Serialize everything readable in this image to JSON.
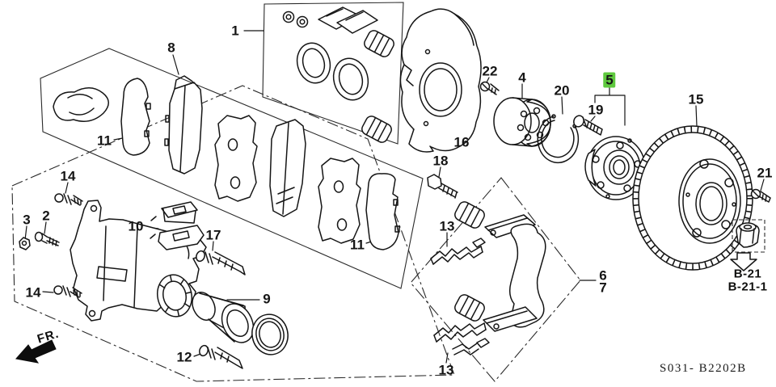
{
  "diagram": {
    "part_code": "S031-  B2202B",
    "direction_label": "FR.",
    "highlight_color": "#5fc93e",
    "line_color": "#151515",
    "callouts": {
      "c1": "1",
      "c2": "2",
      "c3": "3",
      "c4": "4",
      "c5": "5",
      "c6": "6",
      "c7": "7",
      "c8": "8",
      "c9": "9",
      "c10": "10",
      "c11a": "11",
      "c11b": "11",
      "c12": "12",
      "c13a": "13",
      "c13b": "13",
      "c14a": "14",
      "c14b": "14",
      "c15": "15",
      "c16": "16",
      "c17": "17",
      "c18": "18",
      "c19": "19",
      "c20": "20",
      "c21": "21",
      "c22": "22"
    },
    "references": {
      "primary": "B-21",
      "secondary": "B-21-1"
    }
  }
}
